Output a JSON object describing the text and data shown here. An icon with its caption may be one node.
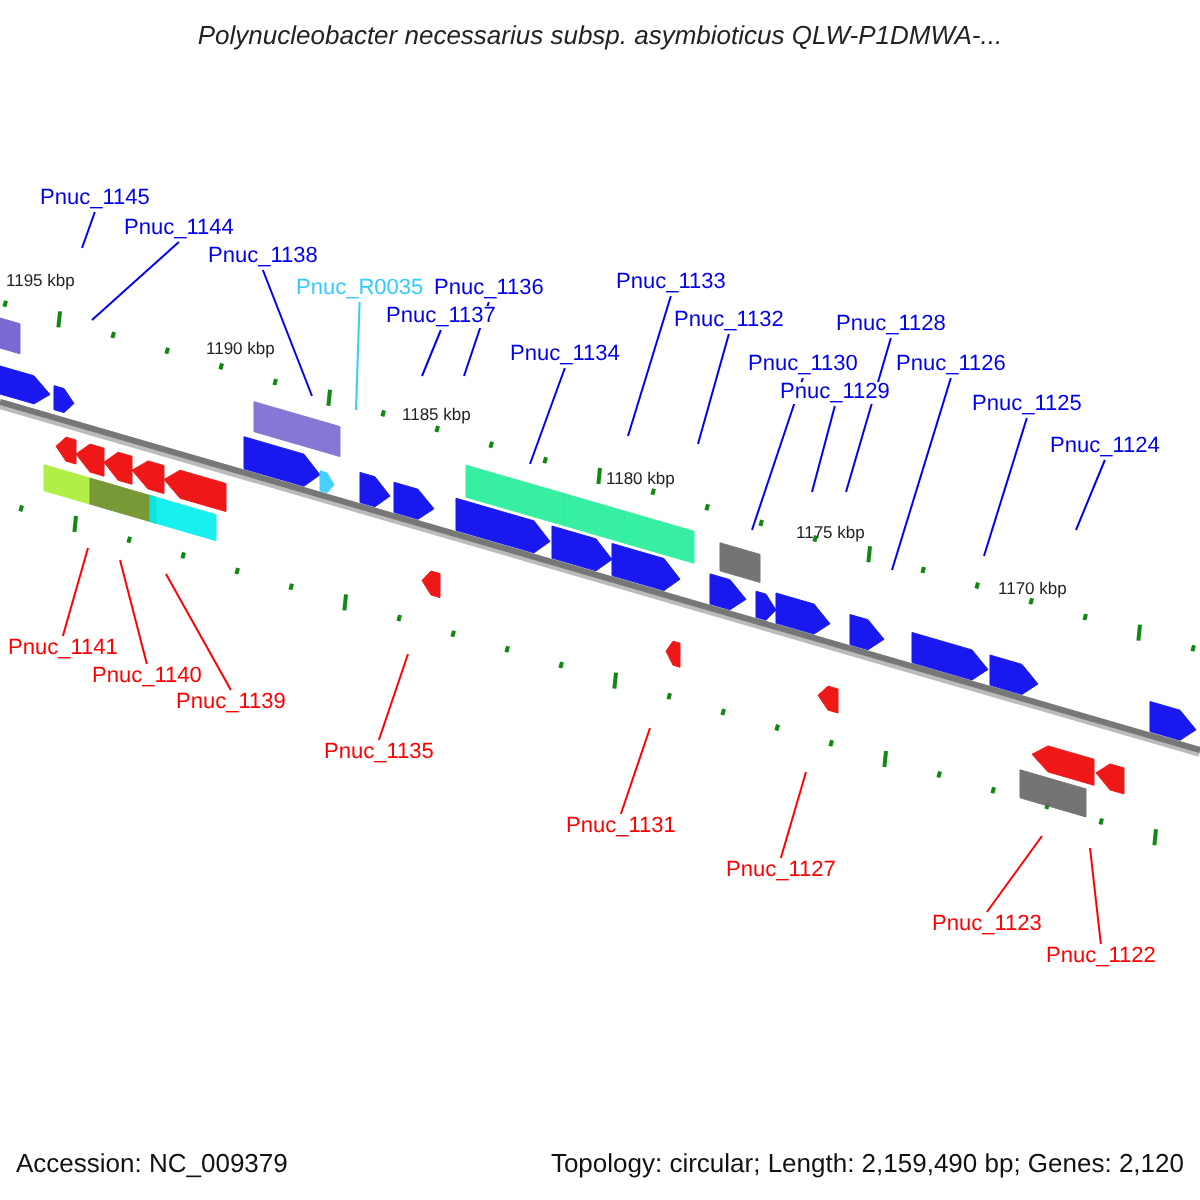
{
  "diagram": {
    "title": "Polynucleobacter necessarius subsp. asymbioticus QLW-P1DMWA-...",
    "nodes": [
      {
        "text": [
          "Pnuc_1145"
        ]
      },
      {
        "text": [
          "Pnuc_1144"
        ]
      },
      {
        "text": [
          "Pnuc_1138"
        ]
      },
      {
        "text": [
          "Pnuc_R0035"
        ]
      },
      {
        "text": [
          "Pnuc_1137"
        ]
      },
      {
        "text": [
          "Pnuc_1136"
        ]
      },
      {
        "text": [
          "Pnuc_1134"
        ]
      },
      {
        "text": [
          "Pnuc_1133"
        ]
      },
      {
        "text": [
          "Pnuc_1132"
        ]
      },
      {
        "text": [
          "Pnuc_1130"
        ]
      },
      {
        "text": [
          "Pnuc_1129"
        ]
      },
      {
        "text": [
          "Pnuc_1128"
        ]
      },
      {
        "text": [
          "Pnuc_1126"
        ]
      },
      {
        "text": [
          "Pnuc_1125"
        ]
      },
      {
        "text": [
          "Pnuc_1124"
        ]
      },
      {
        "text": [
          "Pnuc_1141"
        ]
      },
      {
        "text": [
          "Pnuc_1140"
        ]
      },
      {
        "text": [
          "Pnuc_1139"
        ]
      },
      {
        "text": [
          "Pnuc_1135"
        ]
      },
      {
        "text": [
          "Pnuc_1131"
        ]
      },
      {
        "text": [
          "Pnuc_1127"
        ]
      },
      {
        "text": [
          "Pnuc_1123"
        ]
      },
      {
        "text": [
          "Pnuc_1122"
        ]
      }
    ],
    "edges": [
      {
        "from": 0,
        "to": null,
        "arrow": "none"
      },
      {
        "from": 1,
        "to": null,
        "arrow": "none"
      },
      {
        "from": 2,
        "to": null,
        "arrow": "none"
      },
      {
        "from": 3,
        "to": null,
        "arrow": "none",
        "color": "#33ccff"
      },
      {
        "from": 4,
        "to": null,
        "arrow": "none"
      },
      {
        "from": 5,
        "to": null,
        "arrow": "none"
      },
      {
        "from": 6,
        "to": null,
        "arrow": "none"
      },
      {
        "from": 7,
        "to": null,
        "arrow": "none"
      },
      {
        "from": 8,
        "to": null,
        "arrow": "none"
      },
      {
        "from": 9,
        "to": null,
        "arrow": "none"
      },
      {
        "from": 10,
        "to": null,
        "arrow": "none"
      },
      {
        "from": 11,
        "to": null,
        "arrow": "none"
      },
      {
        "from": 12,
        "to": null,
        "arrow": "none"
      },
      {
        "from": 13,
        "to": null,
        "arrow": "none"
      },
      {
        "from": 14,
        "to": null,
        "arrow": "none"
      },
      {
        "from": 15,
        "to": null,
        "arrow": "none",
        "color": "#ff0000"
      },
      {
        "from": 16,
        "to": null,
        "arrow": "none",
        "color": "#ff0000"
      },
      {
        "from": 17,
        "to": null,
        "arrow": "none",
        "color": "#ff0000"
      },
      {
        "from": 18,
        "to": null,
        "arrow": "none",
        "color": "#ff0000"
      },
      {
        "from": 19,
        "to": null,
        "arrow": "none",
        "color": "#ff0000"
      },
      {
        "from": 20,
        "to": null,
        "arrow": "none",
        "color": "#ff0000"
      },
      {
        "from": 21,
        "to": null,
        "arrow": "none",
        "color": "#ff0000"
      },
      {
        "from": 22,
        "to": null,
        "arrow": "none",
        "color": "#ff0000"
      }
    ],
    "labels": [
      "1195 kbp",
      "1190 kbp",
      "1185 kbp",
      "1180 kbp",
      "1175 kbp",
      "1170 kbp",
      "Accession: NC_009379",
      "Topology: circular; Length: 2,159,490 bp; Genes: 2,120"
    ]
  }
}
